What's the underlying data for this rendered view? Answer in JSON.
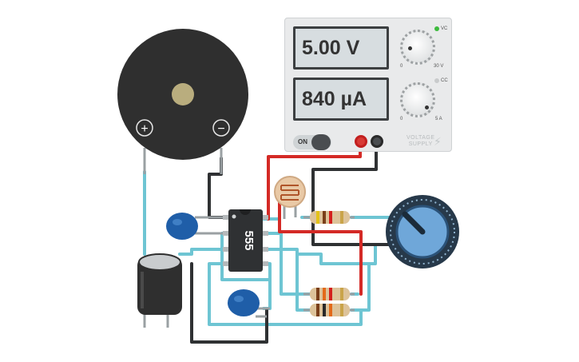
{
  "power_supply": {
    "voltage_reading": "5.00 V",
    "current_reading": "840 µA",
    "voltage_knob_min": "0",
    "voltage_knob_max": "30 V",
    "current_knob_min": "0",
    "current_knob_max": "5 A",
    "vc_indicator": "VC",
    "cc_indicator": "CC",
    "switch_label": "ON",
    "brand_line1": "VOLTAGE",
    "brand_line2": "SUPPLY",
    "vc_led_color": "#3dbb3d",
    "cc_led_color": "#c9cbcc"
  },
  "ic": {
    "label": "555"
  },
  "buzzer": {
    "plus_symbol": "+",
    "minus_symbol": "−"
  },
  "colors": {
    "wire_blue": "#6ec5d3",
    "wire_black": "#2f3133",
    "wire_red": "#d42a26",
    "capacitor_blue": "#1f5ea8",
    "potentiometer_blue": "#6fa7d9"
  }
}
